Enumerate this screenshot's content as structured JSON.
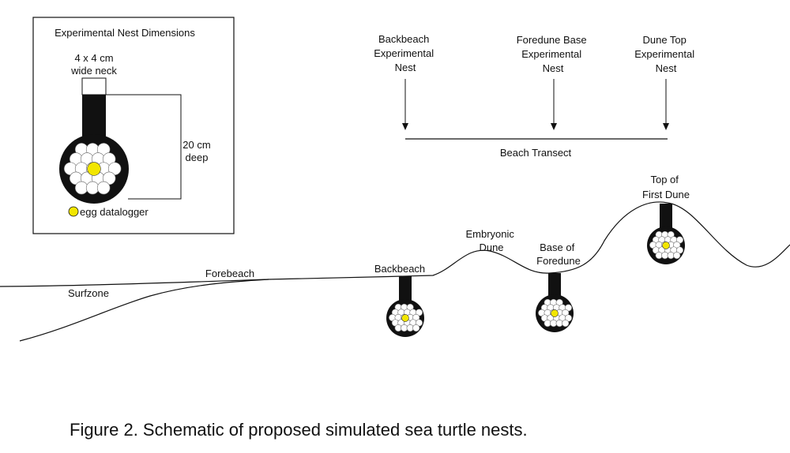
{
  "inset": {
    "title": "Experimental Nest Dimensions",
    "neck_label_line1": "4 x 4 cm",
    "neck_label_line2": "wide neck",
    "depth_label_line1": "20 cm",
    "depth_label_line2": "deep",
    "legend_label": "egg datalogger"
  },
  "transect": {
    "label": "Beach Transect",
    "points": [
      {
        "lines": [
          "Backbeach",
          "Experimental",
          "Nest"
        ]
      },
      {
        "lines": [
          "Foredune Base",
          "Experimental",
          "Nest"
        ]
      },
      {
        "lines": [
          "Dune Top",
          "Experimental",
          "Nest"
        ]
      }
    ]
  },
  "profile_labels": {
    "surfzone": "Surfzone",
    "forebeach": "Forebeach",
    "backbeach": "Backbeach",
    "embryonic_line1": "Embryonic",
    "embryonic_line2": "Dune",
    "foredune_base_line1": "Base of",
    "foredune_base_line2": "Foredune",
    "dune_top_line1": "Top of",
    "dune_top_line2": "First Dune"
  },
  "caption": "Figure 2.  Schematic of proposed simulated sea turtle nests.",
  "colors": {
    "ink": "#111111",
    "egg": "#ffffff",
    "datalogger": "#f2e600",
    "nest": "#111111"
  }
}
